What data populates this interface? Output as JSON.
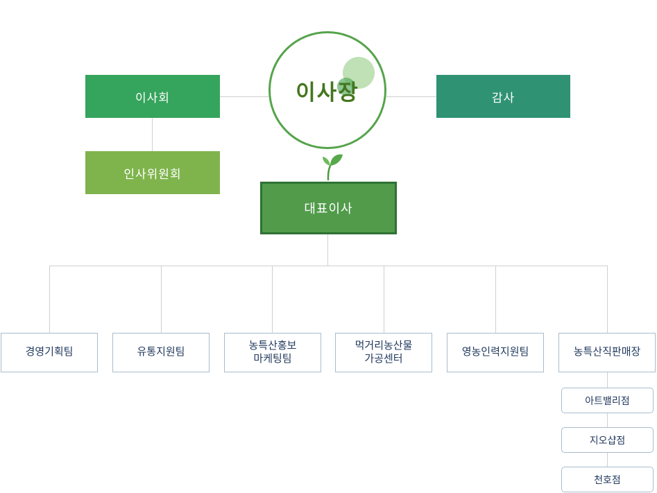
{
  "org": {
    "chairman": {
      "label": "이사장"
    },
    "board": {
      "label": "이사회"
    },
    "auditor": {
      "label": "감사"
    },
    "hr_committee": {
      "label": "인사위원회"
    },
    "ceo": {
      "label": "대표이사"
    },
    "departments": [
      {
        "label": "경영기획팀"
      },
      {
        "label": "유통지원팀"
      },
      {
        "label": "농특산홍보\n마케팅팀"
      },
      {
        "label": "먹거리농산물\n가공센터"
      },
      {
        "label": "영농인력지원팀"
      },
      {
        "label": "농특산직판매장"
      }
    ],
    "stores": [
      {
        "label": "아트밸리점"
      },
      {
        "label": "지오샵점"
      },
      {
        "label": "천호점"
      }
    ]
  },
  "colors": {
    "board_green": "#35a45c",
    "auditor_teal": "#2f9273",
    "committee_green": "#7fb44d",
    "ceo_green": "#519b4b",
    "ceo_border": "#2e7234",
    "circle_border": "#55a44b",
    "chairman_text": "#44761f",
    "connector_gray": "#cfcfcf",
    "white_box_border": "#a9bccd",
    "white_box_text": "#223a5e"
  }
}
